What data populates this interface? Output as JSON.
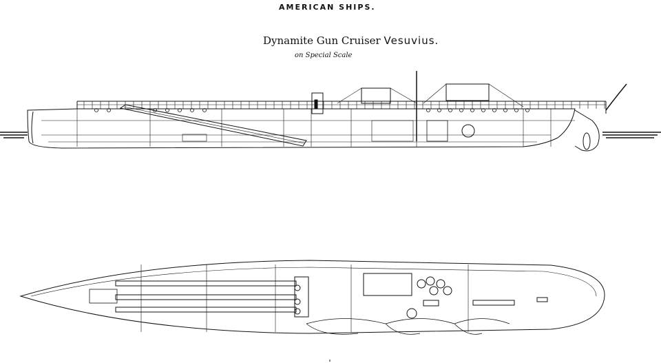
{
  "header": "AMERICAN SHIPS.",
  "title": {
    "prefix": "Dynamite Gun Cruiser",
    "name": "Vesuvius",
    "suffix": "."
  },
  "subtitle": "on Special Scale",
  "colors": {
    "ink": "#111111",
    "paper": "#ffffff"
  }
}
